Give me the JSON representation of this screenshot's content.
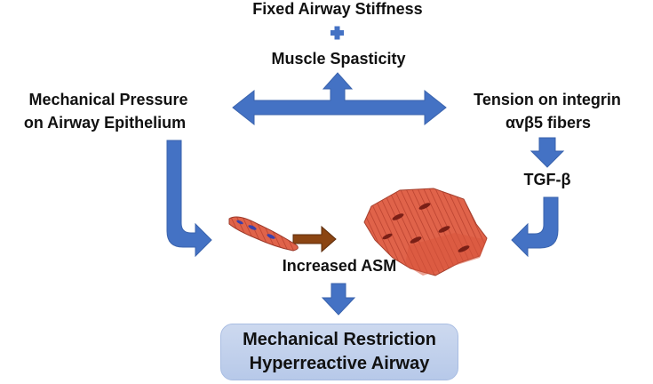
{
  "nodes": {
    "fixed_stiffness": "Fixed Airway Stiffness",
    "plus": "+",
    "muscle_spasticity": "Muscle Spasticity",
    "mech_pressure": [
      "Mechanical Pressure",
      "on Airway Epithelium"
    ],
    "tension_integrin": [
      "Tension on integrin",
      "αvβ5 fibers"
    ],
    "tgf_beta": "TGF-β",
    "increased_asm": "Increased ASM",
    "outcome": [
      "Mechanical Restriction",
      "Hyperreactive Airway"
    ]
  },
  "colors": {
    "arrow_blue": "#4472c4",
    "arrow_brown": "#8b4513",
    "box_fill": "#c5d3ec",
    "muscle": "#e0634a"
  }
}
